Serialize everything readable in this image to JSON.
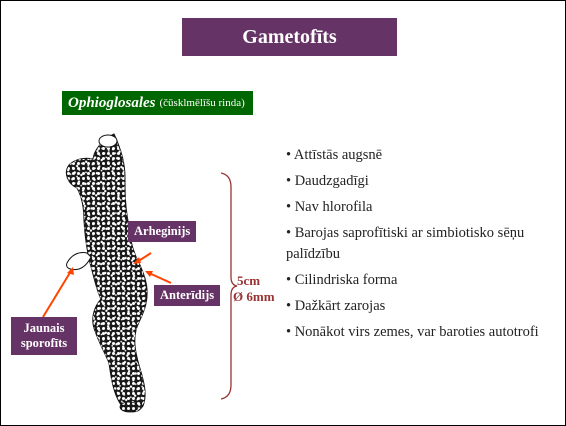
{
  "title": "Gametofīts",
  "subtitle": {
    "main": "Ophioglosales",
    "sub": "(čūsklmēlīšu rinda)"
  },
  "labels": {
    "arheginijs": "Arheginijs",
    "anteridijs": "Anterīdijs",
    "jaunais_sporofits": "Jaunais sporofīts"
  },
  "dimensions": {
    "length": "5cm",
    "diameter": "Ø 6mm"
  },
  "bullets": [
    "• Attīstās augsnē",
    "• Daudzgadīgi",
    "• Nav hlorofila",
    "• Barojas saprofītiski ar simbiotisko sēņu palīdzību",
    "• Cilindriska forma",
    "• Dažkārt zarojas",
    "• Nonākot virs zemes, var baroties autotrofi"
  ],
  "colors": {
    "title_bg": "#663366",
    "subtitle_bg": "#006600",
    "arrow": "#ff4400",
    "bracket": "#993333"
  }
}
